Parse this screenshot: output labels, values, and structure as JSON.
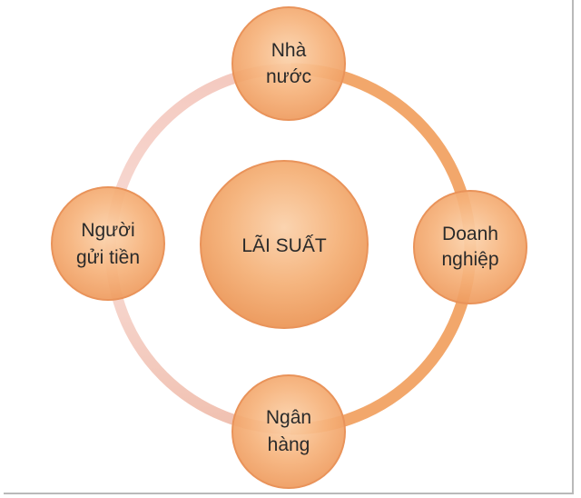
{
  "diagram": {
    "center": {
      "label": "LÃI SUẤT"
    },
    "nodes": {
      "top": {
        "line1": "Nhà",
        "line2": "nước"
      },
      "right": {
        "line1": "Doanh",
        "line2": "nghiệp"
      },
      "bottom": {
        "line1": "Ngân",
        "line2": "hàng"
      },
      "left": {
        "line1": "Người",
        "line2": "gửi tiền"
      }
    }
  },
  "colors": {
    "node_fill": "#f5b27a",
    "node_stroke": "#e9935a",
    "ring": "#f2a76b",
    "ring_faded": "#f6d3cf",
    "text": "#2a2a2a",
    "frame_border": "#b9b9b9"
  }
}
